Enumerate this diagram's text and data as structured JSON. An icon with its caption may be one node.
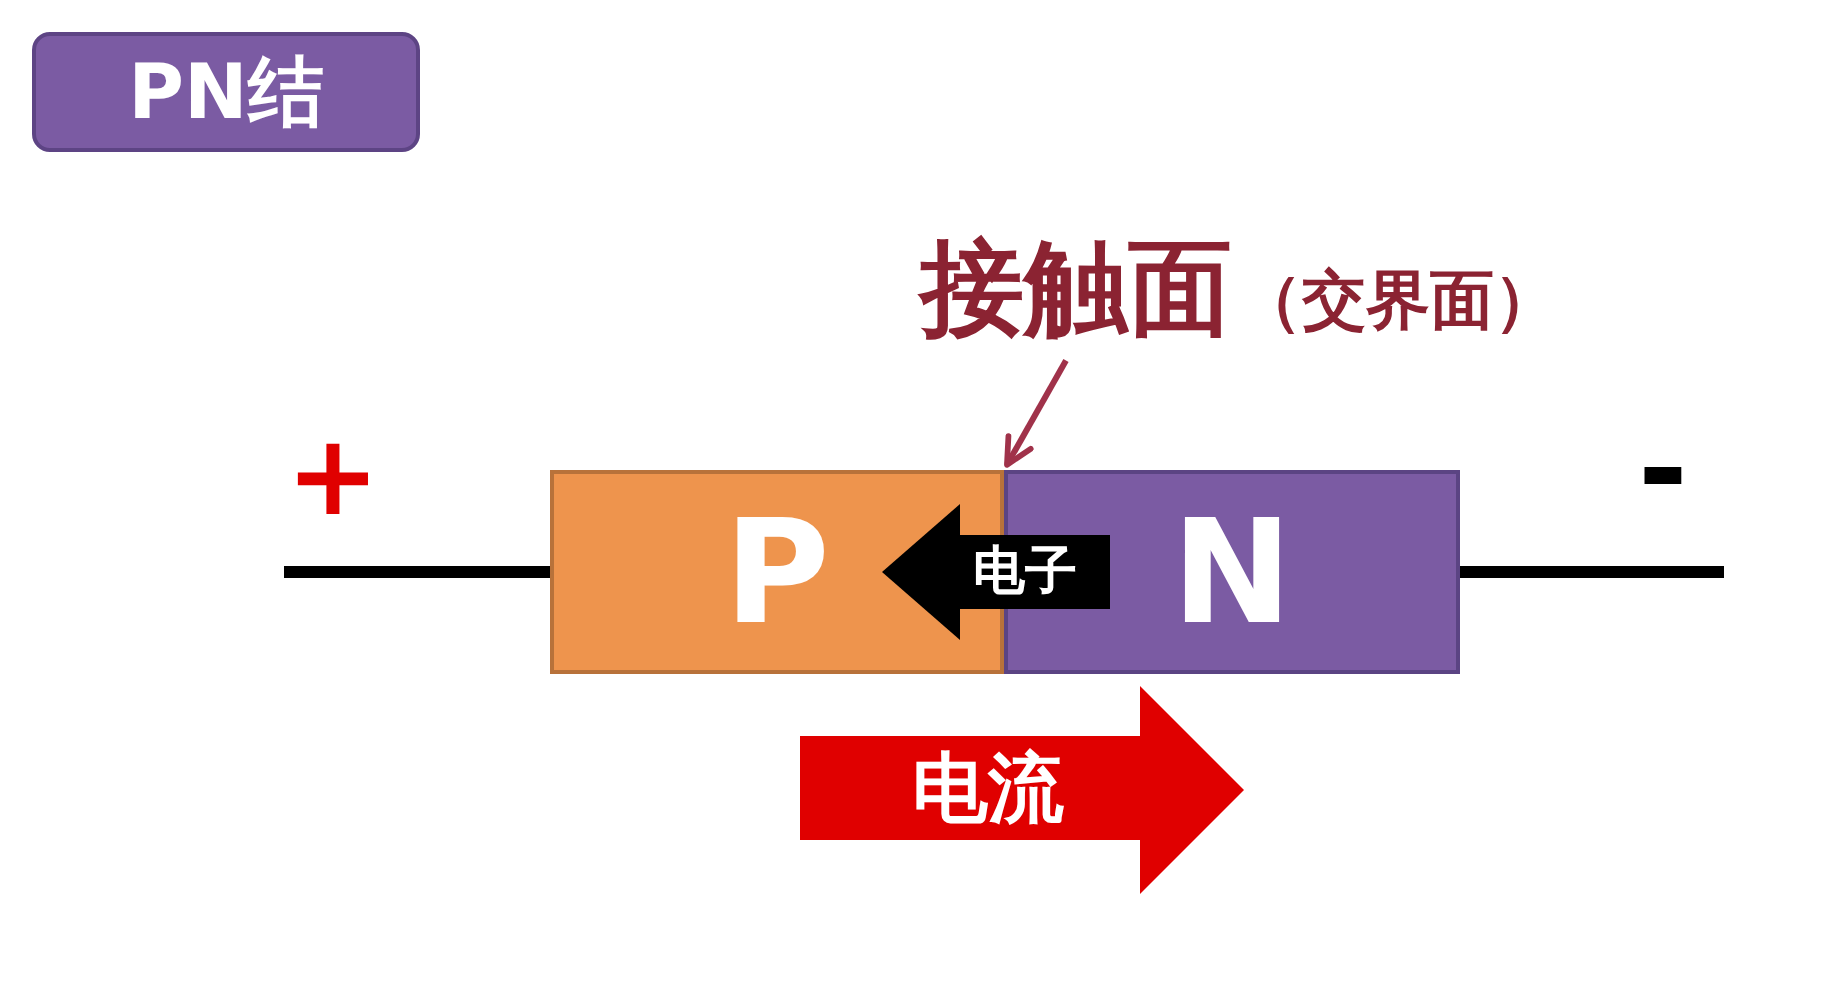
{
  "diagram": {
    "title": "PN结",
    "nodes": [
      {
        "text": [
          "接触面"
        ],
        "beside": [
          "（交界面）"
        ]
      },
      {
        "text": [
          "P"
        ]
      },
      {
        "text": [
          "N"
        ]
      },
      {
        "text": [
          "电流"
        ]
      }
    ],
    "edges": [
      {
        "from": 0,
        "to": 1,
        "arrow": "to",
        "color": "#a0324a"
      },
      {
        "from": null,
        "to": 1,
        "arrow": "none"
      },
      {
        "from": 2,
        "to": null,
        "arrow": "none"
      },
      {
        "from": 2,
        "to": 1,
        "arrow": "to",
        "label": "电子",
        "style": "thick"
      }
    ],
    "labels": [
      "+",
      "-"
    ]
  }
}
